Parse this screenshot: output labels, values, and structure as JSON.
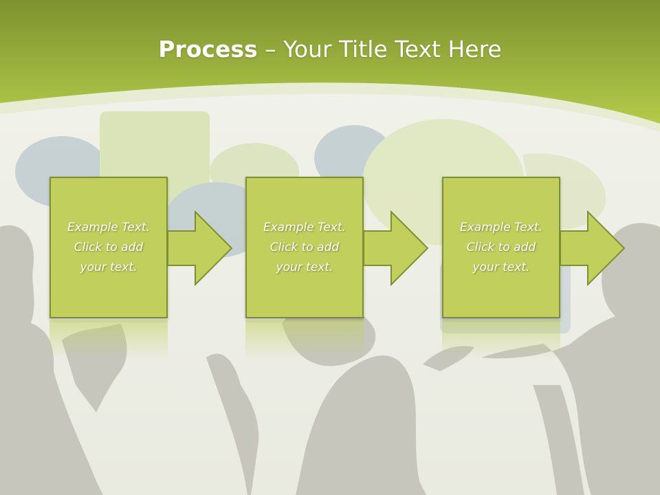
{
  "title": {
    "bold": "Process",
    "rest": " – Your Title Text Here"
  },
  "steps": [
    {
      "text": "Example Text.\nClick  to add\nyour text."
    },
    {
      "text": "Example Text.\nClick  to add\nyour text."
    },
    {
      "text": "Example Text.\nClick  to add\nyour text."
    }
  ],
  "colors": {
    "accent": "#c1d05d",
    "border": "#7f8f30",
    "header": "#a7bf3d",
    "silhouette": "#c6c6bd"
  }
}
